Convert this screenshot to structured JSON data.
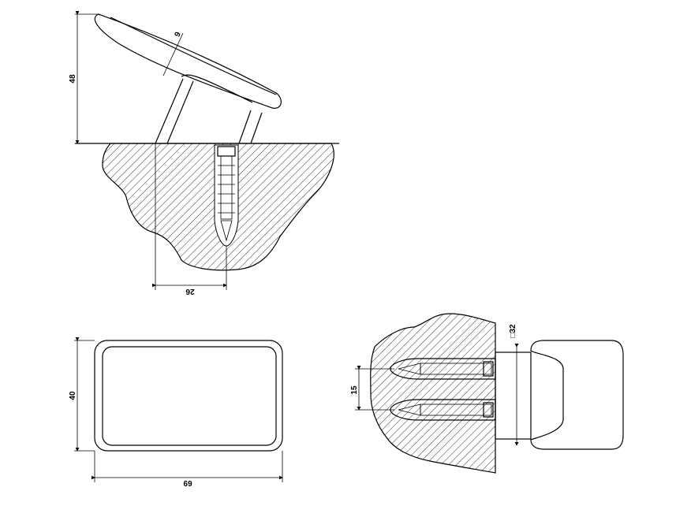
{
  "drawing": {
    "side_view": {
      "height_label": "48",
      "thickness_label": "9",
      "depth_label": "26"
    },
    "front_view": {
      "height_label": "40",
      "width_label": "69"
    },
    "section_view": {
      "spacing_label": "15",
      "square_label": "□32"
    }
  }
}
